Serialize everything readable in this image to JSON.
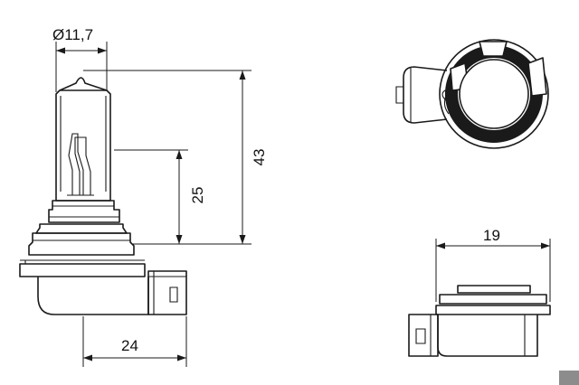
{
  "dimensions": {
    "bulb_diameter": "Ø11,7",
    "overall_height": "43",
    "light_center_height": "25",
    "base_width": "24",
    "socket_width": "19"
  },
  "colors": {
    "line": "#1a1a1a",
    "background": "#ffffff",
    "corner_mark": "#8c8c8c"
  }
}
